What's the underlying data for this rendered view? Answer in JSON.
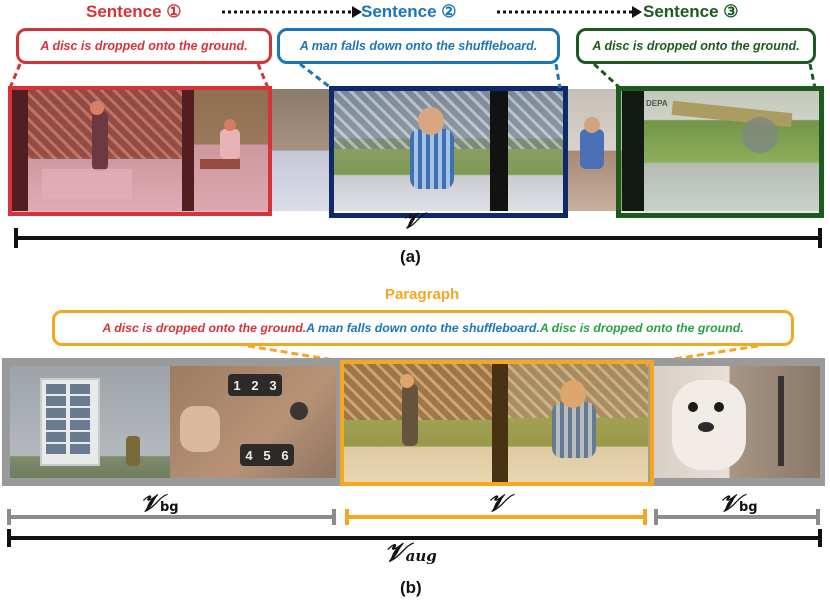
{
  "panel_a": {
    "label": "(a)",
    "sentences": [
      {
        "title": "Sentence ①",
        "text": "A disc is dropped onto the ground.",
        "color": "#d6323a"
      },
      {
        "title": "Sentence ②",
        "text": "A man falls down onto the shuffleboard.",
        "color": "#1b75bb"
      },
      {
        "title": "Sentence ③",
        "text": "A disc is dropped onto the ground.",
        "color": "#1e5a1e"
      }
    ],
    "video_symbol": "𝒱",
    "frame_sign": "DEPA"
  },
  "panel_b": {
    "label": "(b)",
    "paragraph_title": "Paragraph",
    "paragraph_color": "#f5a623",
    "paragraph_parts": [
      {
        "text": "A disc is dropped onto the ground. ",
        "color": "#d6323a"
      },
      {
        "text": "A man falls down onto the shuffleboard. ",
        "color": "#1b75bb"
      },
      {
        "text": "A disc is dropped onto the ground.",
        "color": "#2aa046"
      }
    ],
    "door_numbers": [
      "1",
      "2",
      "3",
      "4",
      "5",
      "6"
    ],
    "v_bg_symbol": "𝒱",
    "v_bg_sub": "bg",
    "v_symbol": "𝒱",
    "v_aug_symbol": "𝒱",
    "v_aug_sub": "aug"
  },
  "colors": {
    "red": "#d6323a",
    "blue": "#1b75bb",
    "dark_green": "#1e5a1e",
    "navy_frame": "#0e2a6b",
    "orange": "#f5a623",
    "gray": "#8c8c8c",
    "black": "#111111"
  }
}
